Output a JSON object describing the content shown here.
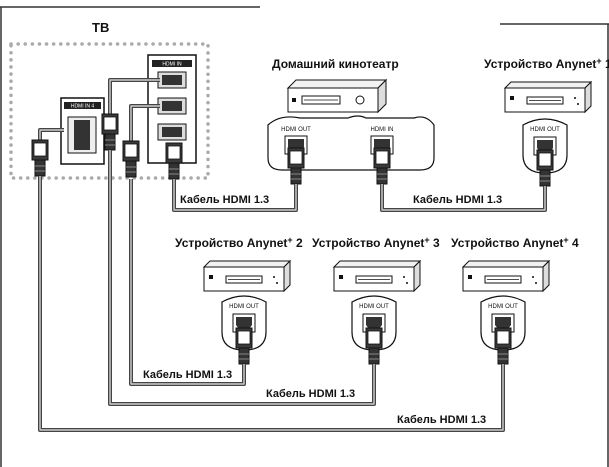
{
  "tv": {
    "label": "ТВ",
    "hdmi_in_1_label": "HDMI IN 4",
    "hdmi_in_panel_label": "HDMI IN"
  },
  "home_theater": {
    "label": "Домашний кинотеатр",
    "out_label": "HDMI OUT",
    "in_label": "HDMI IN"
  },
  "devices": [
    {
      "label_main": "Устройство Anynet",
      "label_sup": "+",
      "label_num": " 1",
      "port_label": "HDMI OUT"
    },
    {
      "label_main": "Устройство Anynet",
      "label_sup": "+",
      "label_num": " 2",
      "port_label": "HDMI OUT"
    },
    {
      "label_main": "Устройство Anynet",
      "label_sup": "+",
      "label_num": " 3",
      "port_label": "HDMI OUT"
    },
    {
      "label_main": "Устройство Anynet",
      "label_sup": "+",
      "label_num": " 4",
      "port_label": "HDMI OUT"
    }
  ],
  "cables": [
    "Кабель HDMI 1.3",
    "Кабель HDMI 1.3",
    "Кабель HDMI 1.3",
    "Кабель HDMI 1.3",
    "Кабель HDMI 1.3"
  ],
  "colors": {
    "line": "#444444",
    "dotted_frame": "#aaaaaa",
    "frame": "#333333"
  }
}
